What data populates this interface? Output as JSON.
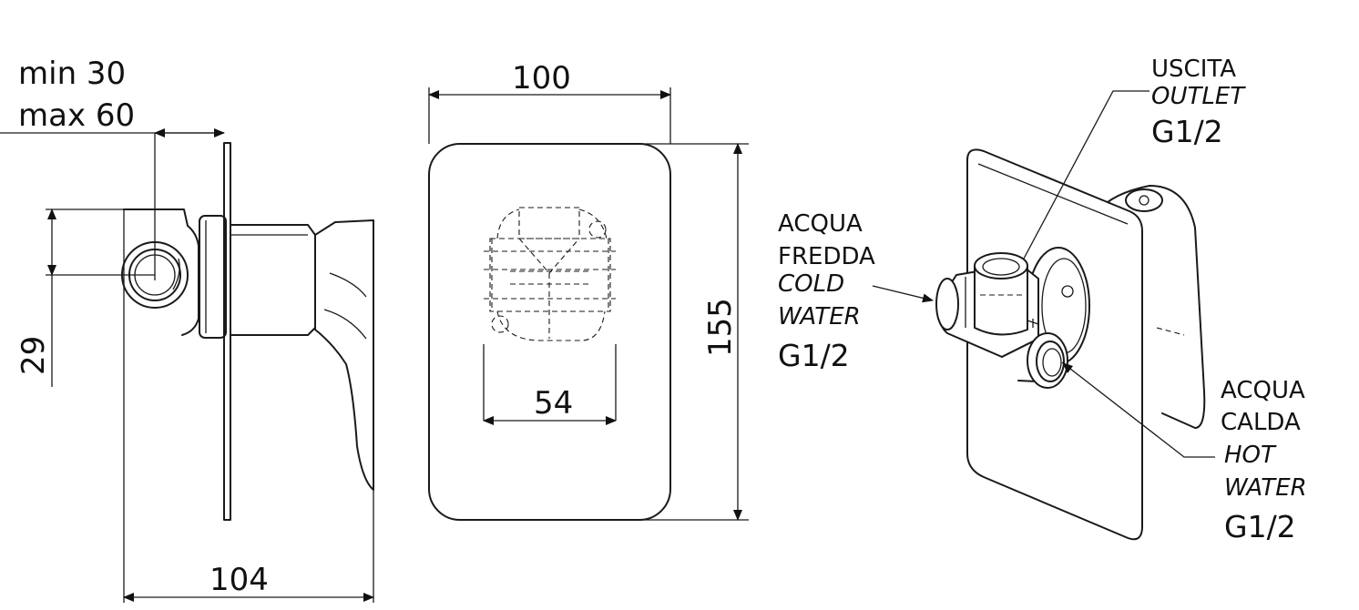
{
  "side_view": {
    "dim_depth_min": "min 30",
    "dim_depth_max": "max 60",
    "dim_offset": "29",
    "dim_total_depth": "104"
  },
  "front_view": {
    "dim_width": "100",
    "dim_height": "155",
    "dim_body_width": "54"
  },
  "iso_view": {
    "outlet": {
      "it": "USCITA",
      "en": "OUTLET",
      "size": "G1/2"
    },
    "cold": {
      "it_line1": "ACQUA",
      "it_line2": "FREDDA",
      "en_line1": "COLD",
      "en_line2": "WATER",
      "size": "G1/2"
    },
    "hot": {
      "it_line1": "ACQUA",
      "it_line2": "CALDA",
      "en_line1": "HOT",
      "en_line2": "WATER",
      "size": "G1/2"
    }
  }
}
